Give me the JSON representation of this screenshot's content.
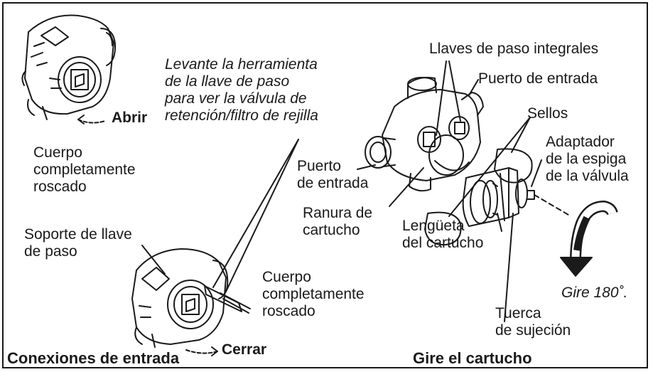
{
  "captions": {
    "left": "Conexiones de entrada",
    "right": "Gire el cartucho"
  },
  "left_panel": {
    "open_label": "Abrir",
    "close_label": "Cerrar",
    "instruction": [
      "Levante la herramienta",
      "de la llave de paso",
      "para ver la válvula de",
      "retención/filtro de rejilla"
    ],
    "body_top": [
      "Cuerpo",
      "completamente",
      "roscado"
    ],
    "bracket": [
      "Soporte de llave",
      "de paso"
    ],
    "body_bottom": [
      "Cuerpo",
      "completamente",
      "roscado"
    ]
  },
  "right_panel": {
    "integral_stops": "Llaves de paso integrales",
    "inlet_port_top": "Puerto de entrada",
    "seals": "Sellos",
    "stem_adapter": [
      "Adaptador",
      "de la espiga",
      "de la válvula"
    ],
    "inlet_port_left": [
      "Puerto",
      "de entrada"
    ],
    "cartridge_slot": [
      "Ranura de",
      "cartucho"
    ],
    "cartridge_tab": [
      "Lengüeta",
      "del cartucho"
    ],
    "rotate": "Gire 180˚.",
    "retaining_nut": [
      "Tuerca",
      "de sujeción"
    ]
  },
  "colors": {
    "ink": "#1a1a1a",
    "background": "#ffffff"
  }
}
